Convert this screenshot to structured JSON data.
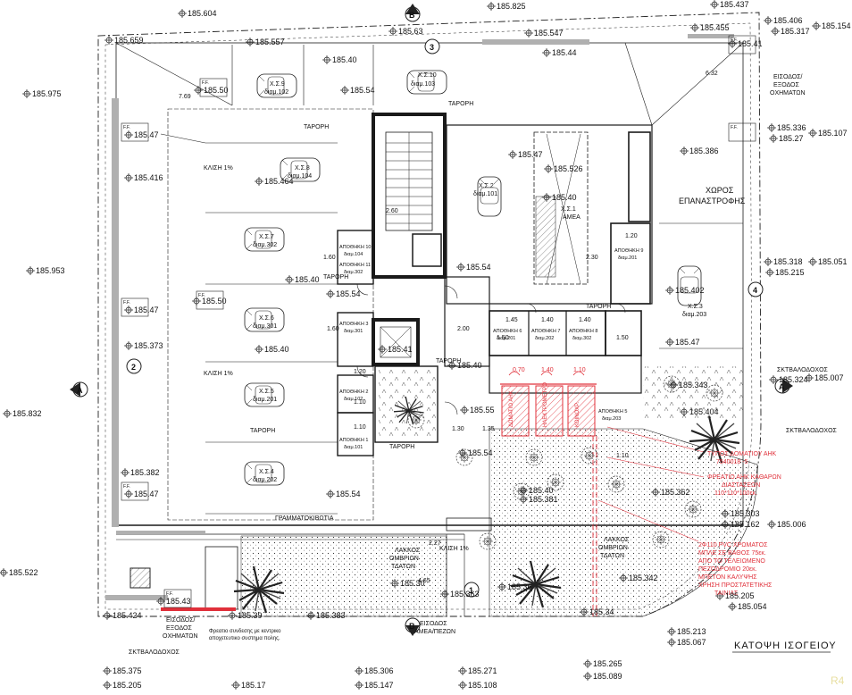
{
  "title": "ΚΑΤΟΨΗ ΙΣΟΓΕΙΟΥ",
  "watermark": "R4",
  "colors": {
    "line": "#1a1a1a",
    "red": "#e0303a",
    "grey": "#9a9a9a"
  },
  "elevations": {
    "e185604": "185.604",
    "e185825": "185.825",
    "e185437": "185.437",
    "e185659": "185.659",
    "e185557": "185.557",
    "e18563": "185.63",
    "e185547": "185.547",
    "e185455": "185.455",
    "e185406": "185.406",
    "e185317": "185.317",
    "e185154": "185.154",
    "e18541a": "185.41",
    "e18540a": "185.40",
    "e18550a": "185.50",
    "e18554a": "185.54",
    "e18544": "185.44",
    "e185975": "185.975",
    "e18547a": "185.47",
    "e185526": "185.526",
    "e185336": "185.336",
    "e18527": "185.27",
    "e185107": "185.107",
    "e185386": "185.386",
    "e185416": "185.416",
    "e185464": "185.464",
    "e18540b": "185.40",
    "e185953": "185.953",
    "e18540c": "185.40",
    "e18554b": "185.54",
    "e185318": "185.318",
    "e185215": "185.215",
    "e185051": "185.051",
    "e185402": "185.402",
    "e18550b": "185.50",
    "e18554c": "185.54",
    "e18547b": "185.47",
    "e185373": "185.373",
    "e18540d": "185.40",
    "e18541b": "185.41",
    "e18540e": "185.40",
    "e18547c": "185.47",
    "e185343": "185.343",
    "e185324": "185.324",
    "e185007": "185.007",
    "e185404": "185.404",
    "e185832": "185.832",
    "e18555": "185.55",
    "e18554d": "185.54",
    "e185382": "185.382",
    "e18547d": "185.47",
    "e185362": "185.362",
    "e18554e": "185.54",
    "e18540f": "185.40",
    "e185381": "185.381",
    "e185303": "185.303",
    "e185162": "185.162",
    "e185006": "185.006",
    "e185522": "185.522",
    "e18530": "185.30",
    "e185363": "185.363",
    "e18536": "185.36",
    "e185342": "185.342",
    "e185205a": "185.205",
    "e185054": "185.054",
    "e18543": "185.43",
    "e185424": "185.424",
    "e18539": "185.39",
    "e185383": "185.383",
    "e18534": "185.34",
    "e185213": "185.213",
    "e185067": "185.067",
    "e185375": "185.375",
    "e185205b": "185.205",
    "e18517": "185.17",
    "e185306": "185.306",
    "e185147": "185.147",
    "e185271": "185.271",
    "e185108": "185.108",
    "e185265": "185.265",
    "e185089": "185.089"
  },
  "parking": [
    {
      "name": "Χ.Σ.9",
      "sub": "διαμ.102"
    },
    {
      "name": "Χ.Σ.10",
      "sub": "διαμ.103"
    },
    {
      "name": "Χ.Σ.8",
      "sub": "διαμ.104"
    },
    {
      "name": "Χ.Σ.7",
      "sub": "διαμ.302"
    },
    {
      "name": "Χ.Σ.6",
      "sub": "διαμ.301"
    },
    {
      "name": "Χ.Σ.5",
      "sub": "διαμ.201"
    },
    {
      "name": "Χ.Σ.4",
      "sub": "διαμ.202"
    },
    {
      "name": "Χ.Σ.2",
      "sub": "διαμ.101"
    },
    {
      "name": "Χ.Σ.1",
      "sub": "ΑΜΕΑ"
    },
    {
      "name": "Χ.Σ.3",
      "sub": "διαμ.203"
    }
  ],
  "storage": [
    {
      "name": "ΑΠΟΘΗΚΗ 10",
      "sub": "διαμ.104"
    },
    {
      "name": "ΑΠΟΘΗΚΗ 11",
      "sub": "διαμ.302"
    },
    {
      "name": "ΑΠΟΘΗΚΗ 3",
      "sub": "διαμ.301"
    },
    {
      "name": "ΑΠΟΘΗΚΗ 2",
      "sub": "διαμ.102"
    },
    {
      "name": "ΑΠΟΘΗΚΗ 1",
      "sub": "διαμ.101"
    },
    {
      "name": "ΑΠΟΘΗΚΗ 6",
      "sub": "διαμ.201"
    },
    {
      "name": "ΑΠΟΘΗΚΗ 7",
      "sub": "διαμ.202"
    },
    {
      "name": "ΑΠΟΘΗΚΗ 8",
      "sub": "διαμ.302"
    },
    {
      "name": "ΑΠΟΘΗΚΗ 9",
      "sub": "διαμ.201"
    },
    {
      "name": "ΑΠΟΘΗΚΗ 5",
      "sub": "διαμ.203"
    }
  ],
  "labels": {
    "tarosi": "ΤΑΡΟΡΗ",
    "ff": "F.F.",
    "kleisi1": "ΚΛΙΣΗ 1%",
    "kleisi1b": "ΚΛΙΣΗ 1%",
    "eisodos_top": "ΕΙΣΟΔΟΣ/ ΕΞΟΔΟΣ ΟΧΗΜΑΤΩΝ",
    "eisodos_bottom": "ΕΙΣΟΔΟΣ/ ΕΞΟΔΟΣ ΟΧΗΜΑΤΩΝ",
    "xoros": "ΧΩΡΟΣ ΕΠΑΝΑΣΤΡΟΦΗΣ",
    "skoupidia1": "ΣΚΤΒΑΛΟΔΟΧΟΣ",
    "skoupidia2": "ΣΚΤΒΑΛΟΔΟΧΟΣ",
    "skoupidia3": "ΣΚΤΒΑΛΟΔΟΧΟΣ",
    "grammatokivotia": "ΓΡΑΜΜΑΤΟΚΙΒΩΤΙΑ",
    "lakkos1": "ΛΑΚΚΟΣ ΟΜΒΡΙΩΝ ΤΔΑΤΩΝ",
    "lakkos2": "ΛΑΚΚΟΣ ΟΜΒΡΙΩΝ ΤΔΑΤΩΝ",
    "eisodos_amea": "ΕΙΣΟΔΟΣ ΑΜΕΑ/ΠΕΖΩΝ",
    "freatio_note": "Φρεατιο συνδεσης με κεντρικο αποχετευτικο συστημα πολης.",
    "red_note1": "ΤΥΠΟΣ ΔΟΜΑΤΙΟΥ ΑΗΚ 7540018 -5",
    "red_note2": "ΦΡΕΑΤΙΟ ΑΗΚ ΚΑΘΑΡΩΝ ΔΙΑΣΤΑΣΕΩΝ 110*110*100εκ.",
    "red_note3": "2Φ110 PVC ΧΡΩΜΑΤΟΣ ΜΠΛΕ ΣΕ ΒΑΘΟΣ 75εκ. ΑΠΟ ΤΟ ΤΕΛΕΙΩΜΕΝΟ ΠΕΖΟΔΡΟΜΙΟ 20εκ. ΜΠΕΤΟΝ ΚΑΛΥΨΗΣ ΧΡΗΣΗ ΠΡΟΣΤΑΤΕΤΙΚΗΣ ΤΑΙΝΙΑΣ",
    "room1": "ΔΩΜΑΤΙΟ ΑΗΚ",
    "room2": "ΗΛΕΚΤΡΟΜΕΤΡΟ",
    "room3": "ΚΟΙΝΟΧΡ.",
    "dim_145": "1.45",
    "dim_140a": "1.40",
    "dim_140b": "1.40",
    "dim_070": "0.70",
    "dim_140c": "1.40",
    "dim_110a": "1.10",
    "dim_200": "2.00",
    "dim_150a": "1.50",
    "dim_120": "1.20",
    "dim_110b": "1.10",
    "dim_110c": "1.10",
    "dim_130": "1.30",
    "dim_135": "1.35",
    "dim_160a": "1.60",
    "dim_160b": "1.60",
    "dim_230": "2.30",
    "dim_120b": "1.20",
    "dim_150b": "1.50",
    "dim_227": "2.27",
    "dim_465": "4.65",
    "dim_632": "6.32",
    "dim_769": "7.69",
    "dim_110d": "1.10",
    "dim_260": "2.60",
    "klisi_ramp": "ΚΛΙΣΗ 1%",
    "sec_a1": "A",
    "sec_a2": "A",
    "sec_b1": "B",
    "sec_b2": "B",
    "n1": "1",
    "n2": "2",
    "n3": "3",
    "n4": "4"
  }
}
